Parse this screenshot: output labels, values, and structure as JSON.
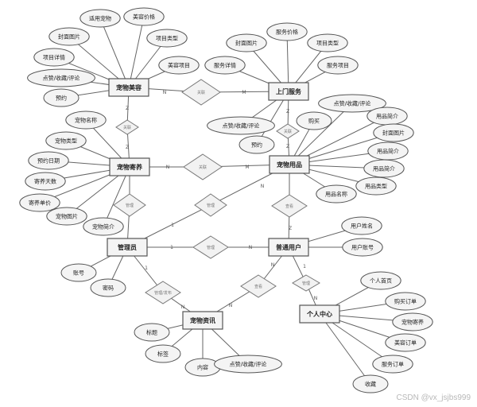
{
  "diagram": {
    "entities": [
      {
        "id": "e1",
        "label": "宠物美容"
      },
      {
        "id": "e2",
        "label": "上门服务"
      },
      {
        "id": "e3",
        "label": "宠物寄养"
      },
      {
        "id": "e4",
        "label": "宠物用品"
      },
      {
        "id": "e5",
        "label": "管理员"
      },
      {
        "id": "e6",
        "label": "普通用户"
      },
      {
        "id": "e7",
        "label": "个人中心"
      },
      {
        "id": "e8",
        "label": "宠物资讯"
      }
    ],
    "relationships": [
      {
        "id": "r1",
        "label": "关联",
        "from": "e1",
        "to": "e2",
        "card_from": "N",
        "card_to": "M"
      },
      {
        "id": "r2",
        "label": "关联",
        "from": "e1",
        "to": "e3",
        "card_from": "Z",
        "card_to": "Z"
      },
      {
        "id": "r3",
        "label": "关联",
        "from": "e2",
        "to": "e4",
        "card_from": "Z",
        "card_to": "Z"
      },
      {
        "id": "r4",
        "label": "关联",
        "from": "e3",
        "to": "e4",
        "card_from": "N",
        "card_to": "M"
      },
      {
        "id": "r5",
        "label": "管理",
        "from": "e3",
        "to": "e5",
        "card_from": "",
        "card_to": ""
      },
      {
        "id": "r6",
        "label": "管理",
        "from": "e5",
        "to": "e4",
        "card_from": "1",
        "card_to": "N"
      },
      {
        "id": "r7",
        "label": "管理",
        "from": "e5",
        "to": "e6",
        "card_from": "1",
        "card_to": "N"
      },
      {
        "id": "r8",
        "label": "查看",
        "from": "e4",
        "to": "e6",
        "card_from": "",
        "card_to": "Z"
      },
      {
        "id": "r9",
        "label": "管理/发布",
        "from": "e5",
        "to": "e8",
        "card_from": "1",
        "card_to": "N"
      },
      {
        "id": "r10",
        "label": "查看",
        "from": "e6",
        "to": "e8",
        "card_from": "N",
        "card_to": "N"
      },
      {
        "id": "r11",
        "label": "管理",
        "from": "e6",
        "to": "e7",
        "card_from": "1",
        "card_to": "N"
      }
    ],
    "attributes": {
      "e1": [
        "适用宠物",
        "美容价格",
        "封面图片",
        "项目类型",
        "项目详情",
        "美容项目",
        "点赞/收藏/评论",
        "预约"
      ],
      "e2": [
        "服务价格",
        "封面图片",
        "项目类型",
        "服务详情",
        "服务项目",
        "点赞/收藏/评论",
        "预约"
      ],
      "e3": [
        "宠物名称",
        "宠物类型",
        "预约日期",
        "寄养天数",
        "寄养单价",
        "宠物图片",
        "宠物简介"
      ],
      "e4": [
        "购买",
        "点赞/收藏/评论",
        "用品简介",
        "封面图片",
        "用品简介",
        "用品简介",
        "用品类型",
        "用品名称"
      ],
      "e5": [
        "账号",
        "密码"
      ],
      "e6": [
        "用户姓名",
        "用户账号"
      ],
      "e7": [
        "个人首页",
        "购买订单",
        "宠物寄养",
        "美容订单",
        "服务订单",
        "收藏"
      ],
      "e8": [
        "标题",
        "标签",
        "内容",
        "点赞/收藏/评论"
      ]
    },
    "watermark": "CSDN @vx_jsjbs999"
  }
}
